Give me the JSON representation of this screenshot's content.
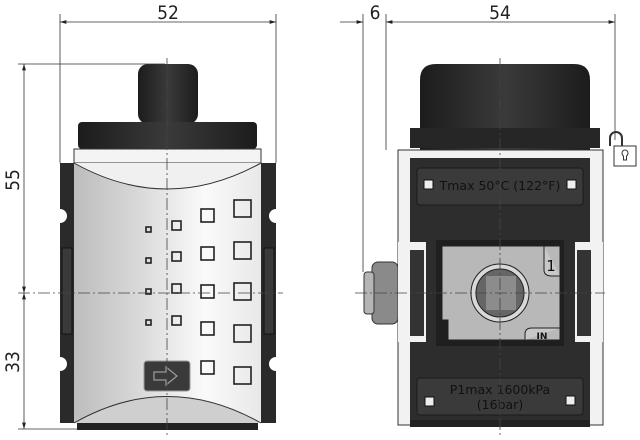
{
  "dimensions": {
    "front_width": "52",
    "side_offset": "6",
    "side_width": "54",
    "height_upper": "55",
    "height_lower": "33"
  },
  "labels": {
    "temperature": "Tmax 50°C (122°F)",
    "pressure_line1": "P1max 1600kPa",
    "pressure_line2": "(16bar)",
    "port_number": "1",
    "port_in": "IN"
  },
  "icons": [
    "arrow-right-icon",
    "padlock-icon"
  ]
}
